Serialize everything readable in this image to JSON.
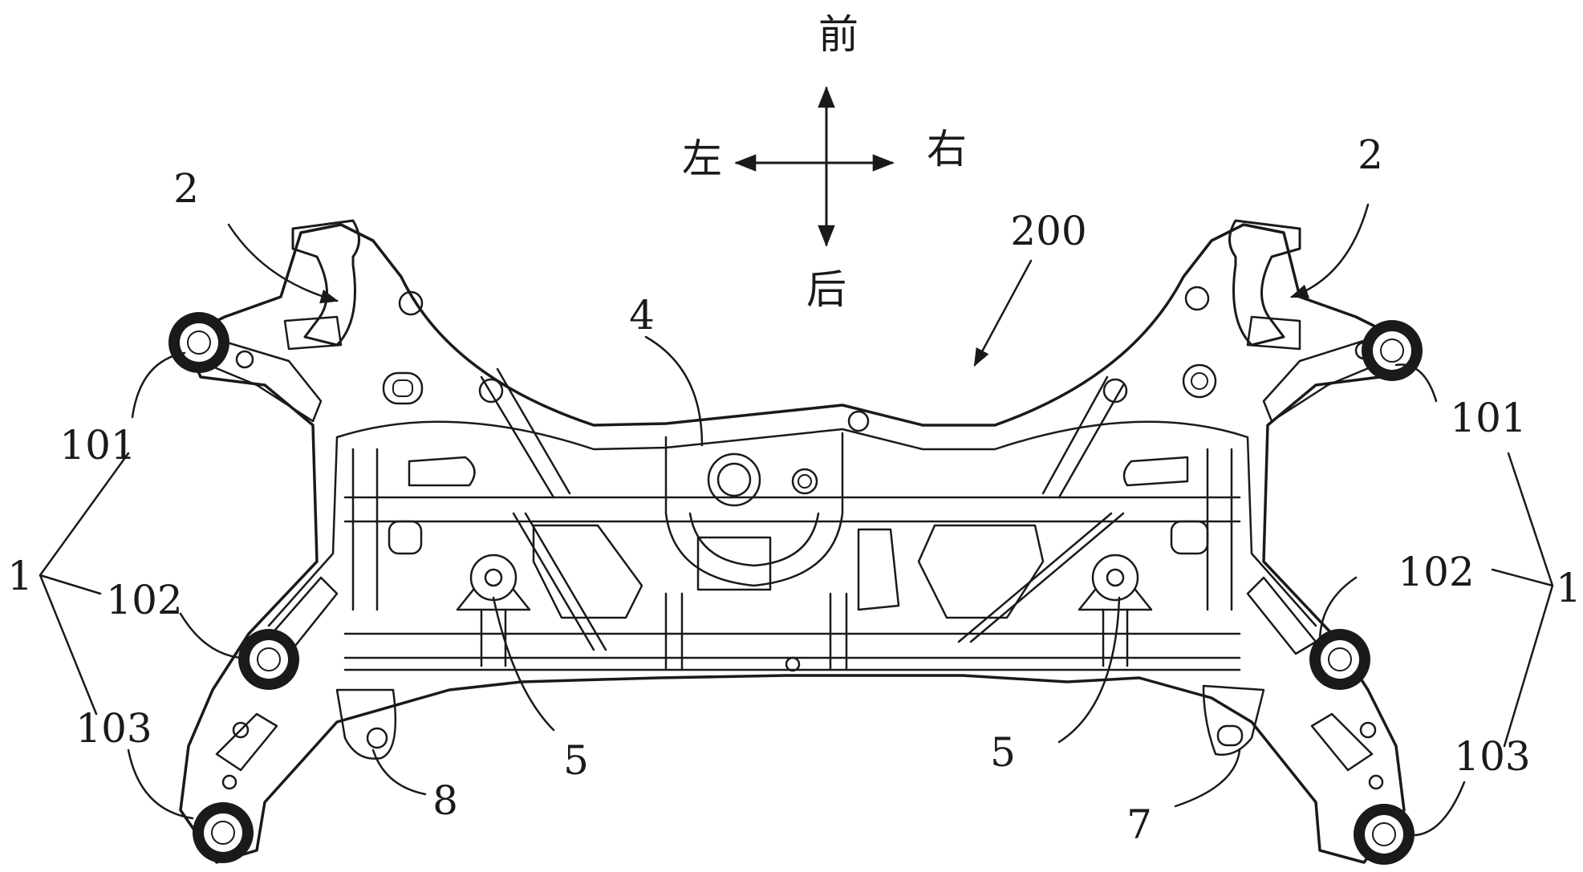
{
  "directions": {
    "front": "前",
    "back": "后",
    "left": "左",
    "right": "右"
  },
  "labels": {
    "assembly": "200",
    "mount_left": "2",
    "mount_right": "2",
    "beam": "4",
    "bracket_left": "5",
    "bracket_right": "5",
    "lug_right": "7",
    "lug_left": "8",
    "group_left": "1",
    "group_right": "1",
    "point_101_left": "101",
    "point_101_right": "101",
    "point_102_left": "102",
    "point_102_right": "102",
    "point_103_left": "103",
    "point_103_right": "103"
  },
  "colors": {
    "line": "#1a1a1a",
    "background": "#ffffff"
  }
}
